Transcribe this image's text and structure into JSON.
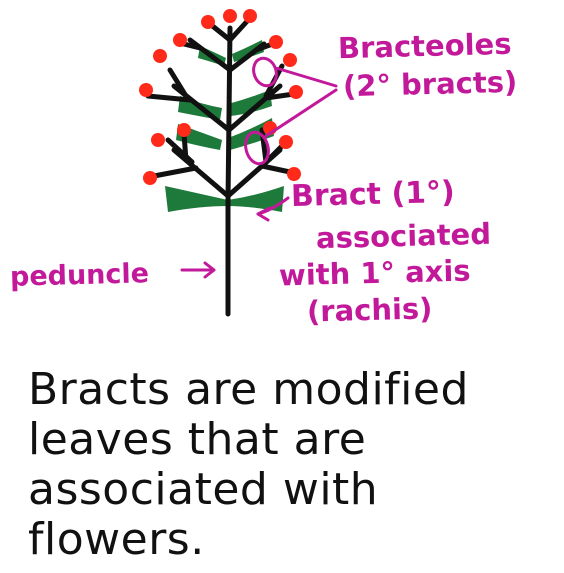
{
  "labels": {
    "bracteoles_line1": "Bracteoles",
    "bracteoles_line2": "(2° bracts)",
    "bract_line1": "Bract (1°)",
    "bract_line2": "associated",
    "bract_line3": "with 1° axis",
    "bract_line4": "(rachis)",
    "peduncle": "peduncle"
  },
  "caption": {
    "line1": "Bracts are modified",
    "line2": "leaves that are",
    "line3": "associated with",
    "line4": "flowers."
  },
  "colors": {
    "label": "#c2189a",
    "stem": "#111111",
    "bract": "#1e7a3a",
    "flower": "#ff2a1a",
    "caption": "#111111"
  }
}
